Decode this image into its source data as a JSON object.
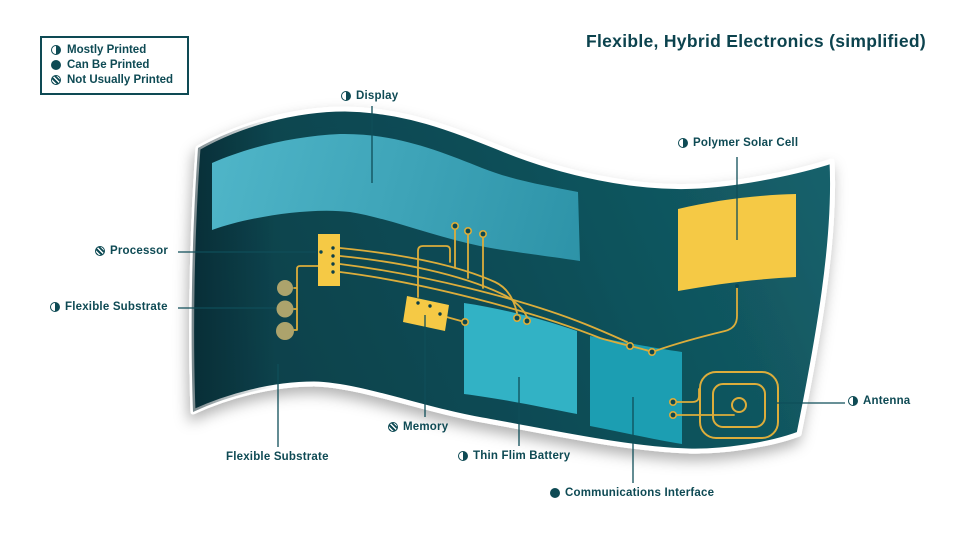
{
  "title": "Flexible, Hybrid Electronics (simplified)",
  "legend": {
    "items": [
      {
        "icon": "half-filled-circle-icon",
        "label": "Mostly Printed"
      },
      {
        "icon": "filled-circle-icon",
        "label": "Can Be Printed"
      },
      {
        "icon": "striped-circle-icon",
        "label": "Not Usually Printed"
      }
    ]
  },
  "labels": {
    "display": {
      "icon": "half-filled-circle-icon",
      "label": "Display",
      "print_status": "Mostly Printed"
    },
    "solar_cell": {
      "icon": "half-filled-circle-icon",
      "label": "Polymer Solar Cell",
      "print_status": "Mostly Printed"
    },
    "processor": {
      "icon": "striped-circle-icon",
      "label": "Processor",
      "print_status": "Not Usually Printed"
    },
    "substrate_left": {
      "icon": "half-filled-circle-icon",
      "label": "Flexible Substrate",
      "print_status": "Mostly Printed"
    },
    "substrate_bottom": {
      "label": "Flexible Substrate"
    },
    "memory": {
      "icon": "striped-circle-icon",
      "label": "Memory",
      "print_status": "Not Usually Printed"
    },
    "battery": {
      "icon": "half-filled-circle-icon",
      "label": "Thin Flim Battery",
      "print_status": "Mostly Printed"
    },
    "comms": {
      "icon": "filled-circle-icon",
      "label": "Communications Interface",
      "print_status": "Can Be Printed"
    },
    "antenna": {
      "icon": "half-filled-circle-icon",
      "label": "Antenna",
      "print_status": "Mostly Printed"
    }
  },
  "colors": {
    "text_dark_teal": "#0e4a54",
    "substrate_dark": "#0a3e48",
    "substrate_light": "#14626d",
    "display_band": "#3fa9bd",
    "battery_cyan": "#32b2c5",
    "comms_cyan": "#1c9eb2",
    "component_yellow": "#f5c945",
    "trace_yellow": "#dcad3b",
    "via_olive": "#aca36c",
    "outline_white": "#ffffff"
  }
}
